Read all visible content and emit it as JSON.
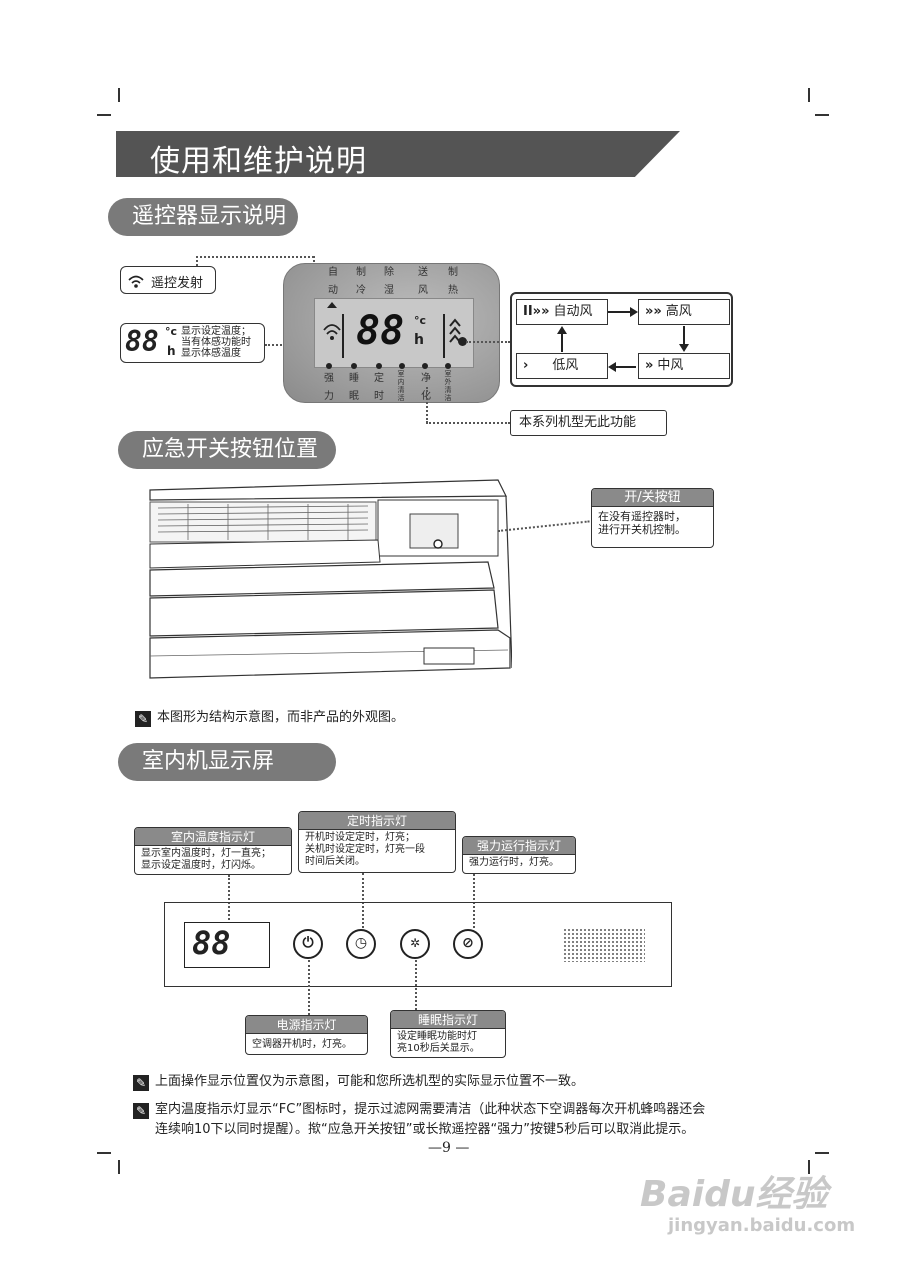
{
  "header": {
    "title": "使用和维护说明"
  },
  "sections": {
    "remote": "遥控器显示说明",
    "emergency": "应急开关按钮位置",
    "indoor": "室内机显示屏"
  },
  "remote_panel": {
    "signal_label": "遥控发射",
    "temp_digits": "88",
    "temp_desc": [
      "显示设定温度；",
      "当有体感功能时",
      "显示体感温度"
    ],
    "top_labels": [
      [
        "自",
        "动"
      ],
      [
        "制",
        "冷"
      ],
      [
        "除",
        "湿"
      ],
      [
        "送",
        "风"
      ],
      [
        "制",
        "热"
      ]
    ],
    "bottom_labels": [
      [
        "强",
        "力"
      ],
      [
        "睡",
        "眠"
      ],
      [
        "定",
        "时"
      ],
      [
        "室内清活",
        ""
      ],
      [
        "净",
        "化"
      ],
      [
        "室外清洁",
        ""
      ]
    ],
    "unit_c": "°c",
    "unit_h": "h",
    "fan_modes": {
      "auto": "自动风",
      "high": "高风",
      "mid": "中风",
      "low": "低风"
    },
    "no_function_note": "本系列机型无此功能"
  },
  "emergency": {
    "callout_title": "开/关按钮",
    "callout_text": [
      "在没有遥控器时，",
      "进行开关机控制。"
    ],
    "note": "本图形为结构示意图，而非产品的外观图。"
  },
  "indoor": {
    "display_digits": "88",
    "temp_light": {
      "title": "室内温度指示灯",
      "text": [
        "显示室内温度时，灯一直亮；",
        "显示设定温度时，灯闪烁。"
      ]
    },
    "timer_light": {
      "title": "定时指示灯",
      "text": [
        "开机时设定定时，灯亮；",
        "关机时设定定时，灯亮一段",
        "时间后关闭。"
      ]
    },
    "strong_light": {
      "title": "强力运行指示灯",
      "text": [
        "强力运行时，灯亮。"
      ]
    },
    "power_light": {
      "title": "电源指示灯",
      "text": [
        "空调器开机时，灯亮。"
      ]
    },
    "sleep_light": {
      "title": "睡眠指示灯",
      "text": [
        "设定睡眠功能时灯",
        "亮10秒后关显示。"
      ]
    },
    "notes": [
      "上面操作显示位置仅为示意图，可能和您所选机型的实际显示位置不一致。",
      "室内温度指示灯显示“FC”图标时，提示过滤网需要清洁（此种状态下空调器每次开机蜂鸣器还会",
      "连续响10下以同时提醒）。揿“应急开关按钮”或长揿遥控器“强力”按键5秒后可以取消此提示。"
    ]
  },
  "footer": {
    "page": "—9 —"
  },
  "watermark": {
    "logo": "Baidu经验",
    "url": "jingyan.baidu.com"
  }
}
